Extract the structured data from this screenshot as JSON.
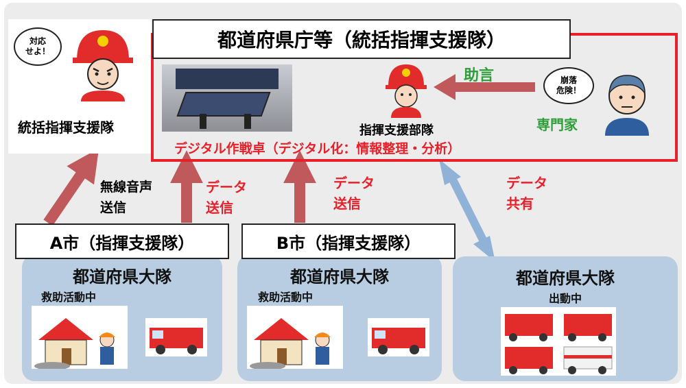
{
  "prefecture_hq": {
    "title": "都道府県庁等（統括指揮支援隊）",
    "digital_table_caption": "デジタル作戦卓（デジタル化：情報整理・分析）",
    "command_support": "指揮支援部隊",
    "advice": "助言",
    "expert": "専門家",
    "expert_bubble": [
      "崩落",
      "危険！"
    ]
  },
  "overall_command": {
    "label": "統括指揮支援隊",
    "bubble": [
      "対応",
      "せよ！"
    ]
  },
  "flows": {
    "radio_voice": [
      "無線音声",
      "送信"
    ],
    "data_send_1": [
      "データ",
      "送信"
    ],
    "data_send_2": [
      "データ",
      "送信"
    ],
    "data_share": [
      "データ",
      "共有"
    ]
  },
  "city_a": {
    "label": "A市（指揮支援隊）",
    "unit_title": "都道府県大隊",
    "status": "救助活動中"
  },
  "city_b": {
    "label": "B市（指揮支援隊）",
    "unit_title": "都道府県大隊",
    "status": "救助活動中"
  },
  "unit_c": {
    "unit_title": "都道府県大隊",
    "status": "出動中"
  },
  "colors": {
    "red_frame": "#e8202a",
    "arrow_red": "#c0595c",
    "arrow_blue": "#8fb2d6",
    "unit_bg": "#b8cde2",
    "green_text": "#2e9e3a"
  }
}
